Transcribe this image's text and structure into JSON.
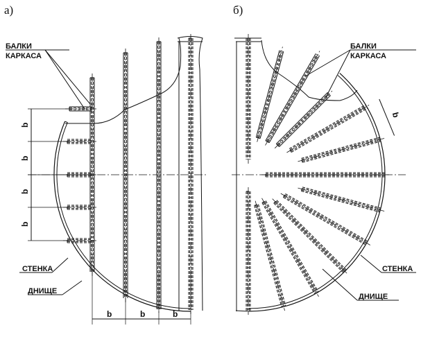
{
  "views": {
    "a": {
      "label": "а)",
      "beams_label_1": "БАЛКИ",
      "beams_label_2": "КАРКАСА",
      "wall_label": "СТЕНКА",
      "bottom_label": "ДНИЩЕ",
      "dim": "b"
    },
    "b": {
      "label": "б)",
      "beams_label_1": "БАЛКИ",
      "beams_label_2": "КАРКАСА",
      "wall_label": "СТЕНКА",
      "bottom_label": "ДНИЩЕ",
      "dim": "b"
    }
  }
}
